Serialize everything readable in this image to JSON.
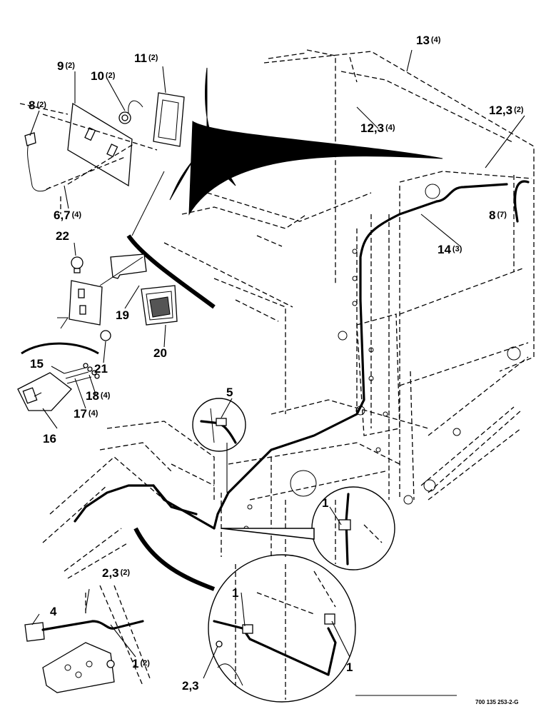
{
  "figure": {
    "drawing_code": "700 135 253-2-G"
  },
  "callouts": [
    {
      "id": "c1",
      "label": "13",
      "qty": "(4)"
    },
    {
      "id": "c2",
      "label": "9",
      "qty": "(2)"
    },
    {
      "id": "c3",
      "label": "10",
      "qty": "(2)"
    },
    {
      "id": "c4",
      "label": "11",
      "qty": "(2)"
    },
    {
      "id": "c5",
      "label": "8",
      "qty": "(2)"
    },
    {
      "id": "c6",
      "label": "12,3",
      "qty": "(2)"
    },
    {
      "id": "c7",
      "label": "12,3",
      "qty": "(4)"
    },
    {
      "id": "c8",
      "label": "8",
      "qty": "(7)"
    },
    {
      "id": "c9",
      "label": "6,7",
      "qty": "(4)"
    },
    {
      "id": "c10",
      "label": "14",
      "qty": "(3)"
    },
    {
      "id": "c11",
      "label": "22",
      "qty": ""
    },
    {
      "id": "c12",
      "label": "19",
      "qty": ""
    },
    {
      "id": "c13",
      "label": "20",
      "qty": ""
    },
    {
      "id": "c14",
      "label": "21",
      "qty": ""
    },
    {
      "id": "c15",
      "label": "15",
      "qty": ""
    },
    {
      "id": "c16",
      "label": "18",
      "qty": "(4)"
    },
    {
      "id": "c17",
      "label": "17",
      "qty": "(4)"
    },
    {
      "id": "c18",
      "label": "16",
      "qty": ""
    },
    {
      "id": "c19",
      "label": "5",
      "qty": ""
    },
    {
      "id": "c20",
      "label": "1",
      "qty": ""
    },
    {
      "id": "c21",
      "label": "2,3",
      "qty": "(2)"
    },
    {
      "id": "c22",
      "label": "4",
      "qty": ""
    },
    {
      "id": "c23",
      "label": "1",
      "qty": "(2)"
    },
    {
      "id": "c24",
      "label": "1",
      "qty": ""
    },
    {
      "id": "c25",
      "label": "1",
      "qty": ""
    },
    {
      "id": "c26",
      "label": "2,3",
      "qty": ""
    }
  ]
}
